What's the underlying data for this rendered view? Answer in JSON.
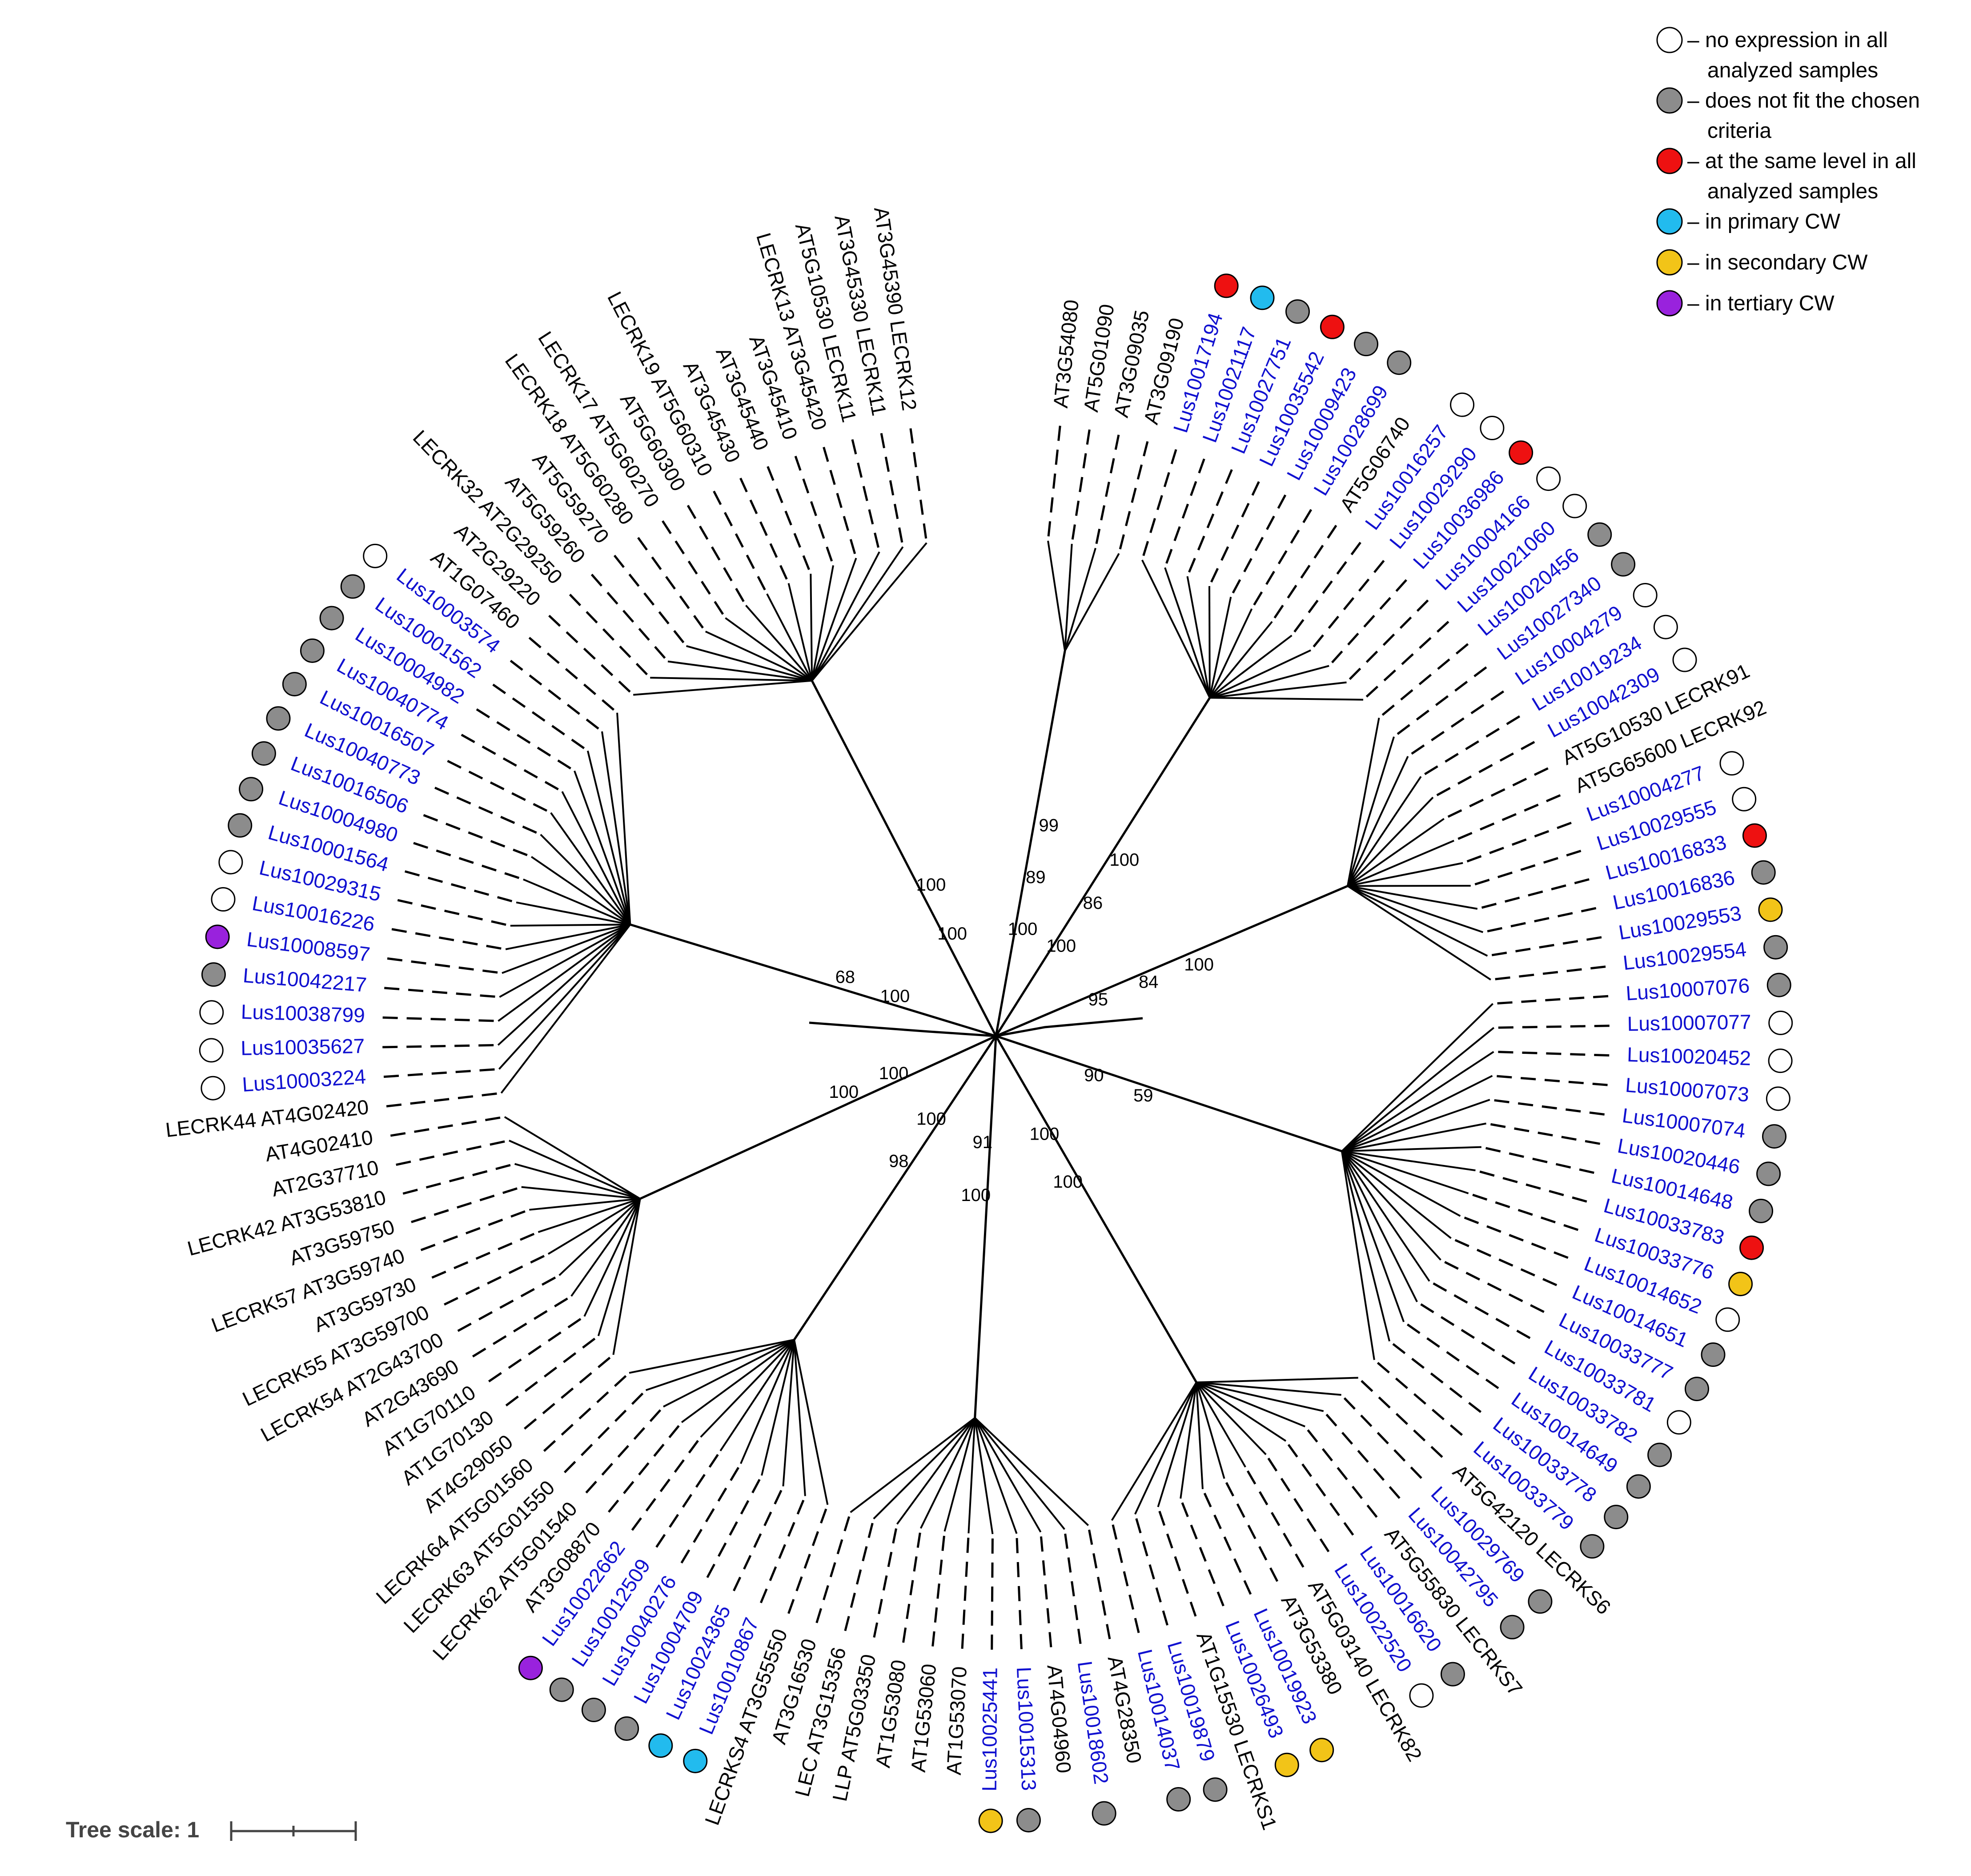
{
  "legend": {
    "items": [
      {
        "category": "none",
        "color": "#ffffff",
        "lines": [
          "– no expression in all",
          "analyzed samples"
        ]
      },
      {
        "category": "nofit",
        "color": "#8c8c8c",
        "lines": [
          "– does not fit the chosen",
          "criteria"
        ]
      },
      {
        "category": "same",
        "color": "#ee1111",
        "lines": [
          "– at the same level in all",
          "analyzed samples"
        ]
      },
      {
        "category": "primary",
        "color": "#22bbee",
        "lines": [
          "– in primary CW"
        ]
      },
      {
        "category": "secondary",
        "color": "#f2c418",
        "lines": [
          "– in secondary CW"
        ]
      },
      {
        "category": "tertiary",
        "color": "#9922dd",
        "lines": [
          "– in tertiary CW"
        ]
      }
    ]
  },
  "scale": {
    "label": "Tree scale: 1"
  },
  "bootstrap_values": [
    "100",
    "100",
    "95",
    "90",
    "100",
    "91",
    "100",
    "100",
    "100",
    "100",
    "89",
    "86",
    "84",
    "59",
    "100",
    "100",
    "98",
    "100",
    "68",
    "100",
    "99",
    "100",
    "100"
  ],
  "leaves": [
    {
      "label": "AT3G54080",
      "type": "at"
    },
    {
      "label": "AT5G01090",
      "type": "at"
    },
    {
      "label": "AT3G09035",
      "type": "at"
    },
    {
      "label": "AT3G09190",
      "type": "at"
    },
    {
      "label": "Lus10017194",
      "type": "lus",
      "dot": "same"
    },
    {
      "label": "Lus10021117",
      "type": "lus",
      "dot": "primary"
    },
    {
      "label": "Lus10027751",
      "type": "lus",
      "dot": "nofit"
    },
    {
      "label": "Lus10035542",
      "type": "lus",
      "dot": "same"
    },
    {
      "label": "Lus10009423",
      "type": "lus",
      "dot": "nofit"
    },
    {
      "label": "Lus10028699",
      "type": "lus",
      "dot": "nofit"
    },
    {
      "label": "AT5G06740",
      "type": "at"
    },
    {
      "label": "Lus10016257",
      "type": "lus",
      "dot": "none"
    },
    {
      "label": "Lus10029290",
      "type": "lus",
      "dot": "none"
    },
    {
      "label": "Lus10036986",
      "type": "lus",
      "dot": "same"
    },
    {
      "label": "Lus10004166",
      "type": "lus",
      "dot": "none"
    },
    {
      "label": "Lus10021060",
      "type": "lus",
      "dot": "none"
    },
    {
      "label": "Lus10020456",
      "type": "lus",
      "dot": "nofit"
    },
    {
      "label": "Lus10027340",
      "type": "lus",
      "dot": "nofit"
    },
    {
      "label": "Lus10004279",
      "type": "lus",
      "dot": "none"
    },
    {
      "label": "Lus10019234",
      "type": "lus",
      "dot": "none"
    },
    {
      "label": "Lus10042309",
      "type": "lus",
      "dot": "none"
    },
    {
      "label": "AT5G10530 LECRK91",
      "type": "at"
    },
    {
      "label": "AT5G65600 LECRK92",
      "type": "at"
    },
    {
      "label": "Lus10004277",
      "type": "lus",
      "dot": "none"
    },
    {
      "label": "Lus10029555",
      "type": "lus",
      "dot": "none"
    },
    {
      "label": "Lus10016833",
      "type": "lus",
      "dot": "same"
    },
    {
      "label": "Lus10016836",
      "type": "lus",
      "dot": "nofit"
    },
    {
      "label": "Lus10029553",
      "type": "lus",
      "dot": "secondary"
    },
    {
      "label": "Lus10029554",
      "type": "lus",
      "dot": "nofit"
    },
    {
      "label": "Lus10007076",
      "type": "lus",
      "dot": "nofit"
    },
    {
      "label": "Lus10007077",
      "type": "lus",
      "dot": "none"
    },
    {
      "label": "Lus10020452",
      "type": "lus",
      "dot": "none"
    },
    {
      "label": "Lus10007073",
      "type": "lus",
      "dot": "none"
    },
    {
      "label": "Lus10007074",
      "type": "lus",
      "dot": "nofit"
    },
    {
      "label": "Lus10020446",
      "type": "lus",
      "dot": "nofit"
    },
    {
      "label": "Lus10014648",
      "type": "lus",
      "dot": "nofit"
    },
    {
      "label": "Lus10033783",
      "type": "lus",
      "dot": "same"
    },
    {
      "label": "Lus10033776",
      "type": "lus",
      "dot": "secondary"
    },
    {
      "label": "Lus10014652",
      "type": "lus",
      "dot": "none"
    },
    {
      "label": "Lus10014651",
      "type": "lus",
      "dot": "nofit"
    },
    {
      "label": "Lus10033777",
      "type": "lus",
      "dot": "nofit"
    },
    {
      "label": "Lus10033781",
      "type": "lus",
      "dot": "none"
    },
    {
      "label": "Lus10033782",
      "type": "lus",
      "dot": "nofit"
    },
    {
      "label": "Lus10014649",
      "type": "lus",
      "dot": "nofit"
    },
    {
      "label": "Lus10033778",
      "type": "lus",
      "dot": "nofit"
    },
    {
      "label": "Lus10033779",
      "type": "lus",
      "dot": "nofit"
    },
    {
      "label": "AT5G42120 LECRKS6",
      "type": "at"
    },
    {
      "label": "Lus10029769",
      "type": "lus",
      "dot": "nofit"
    },
    {
      "label": "Lus10042795",
      "type": "lus",
      "dot": "nofit"
    },
    {
      "label": "AT5G55830 LECRKS7",
      "type": "at"
    },
    {
      "label": "Lus10016620",
      "type": "lus",
      "dot": "nofit"
    },
    {
      "label": "Lus10022520",
      "type": "lus",
      "dot": "none"
    },
    {
      "label": "AT5G03140 LECRK82",
      "type": "at"
    },
    {
      "label": "AT3G53380",
      "type": "at"
    },
    {
      "label": "Lus10019923",
      "type": "lus",
      "dot": "secondary"
    },
    {
      "label": "Lus10026493",
      "type": "lus",
      "dot": "secondary"
    },
    {
      "label": "AT1G15530 LECRKS1",
      "type": "at"
    },
    {
      "label": "Lus10019879",
      "type": "lus",
      "dot": "nofit"
    },
    {
      "label": "Lus10014037",
      "type": "lus",
      "dot": "nofit"
    },
    {
      "label": "AT4G28350",
      "type": "at"
    },
    {
      "label": "Lus10018602",
      "type": "lus",
      "dot": "nofit"
    },
    {
      "label": "AT4G04960",
      "type": "at"
    },
    {
      "label": "Lus10015313",
      "type": "lus",
      "dot": "nofit"
    },
    {
      "label": "Lus10025441",
      "type": "lus",
      "dot": "secondary"
    },
    {
      "label": "AT1G53070",
      "type": "at"
    },
    {
      "label": "AT1G53060",
      "type": "at"
    },
    {
      "label": "AT1G53080",
      "type": "at"
    },
    {
      "label": "LLP AT5G03350",
      "type": "at"
    },
    {
      "label": "LEC AT3G15356",
      "type": "at"
    },
    {
      "label": "AT3G16530",
      "type": "at"
    },
    {
      "label": "LECRKS4 AT3G55550",
      "type": "at"
    },
    {
      "label": "Lus10010867",
      "type": "lus",
      "dot": "primary"
    },
    {
      "label": "Lus10024365",
      "type": "lus",
      "dot": "primary"
    },
    {
      "label": "Lus10004709",
      "type": "lus",
      "dot": "nofit"
    },
    {
      "label": "Lus10040276",
      "type": "lus",
      "dot": "nofit"
    },
    {
      "label": "Lus10012509",
      "type": "lus",
      "dot": "nofit"
    },
    {
      "label": "Lus10022662",
      "type": "lus",
      "dot": "tertiary"
    },
    {
      "label": "AT3G08870",
      "type": "at"
    },
    {
      "label": "LECRK62 AT5G01540",
      "type": "at"
    },
    {
      "label": "LECRK63 AT5G01550",
      "type": "at"
    },
    {
      "label": "LECRK64 AT5G01560",
      "type": "at"
    },
    {
      "label": "AT4G29050",
      "type": "at"
    },
    {
      "label": "AT1G70130",
      "type": "at"
    },
    {
      "label": "AT1G70110",
      "type": "at"
    },
    {
      "label": "AT2G43690",
      "type": "at"
    },
    {
      "label": "LECRK54 AT2G43700",
      "type": "at"
    },
    {
      "label": "LECRK55 AT3G59700",
      "type": "at"
    },
    {
      "label": "AT3G59730",
      "type": "at"
    },
    {
      "label": "LECRK57 AT3G59740",
      "type": "at"
    },
    {
      "label": "AT3G59750",
      "type": "at"
    },
    {
      "label": "LECRK42 AT3G53810",
      "type": "at"
    },
    {
      "label": "AT2G37710",
      "type": "at"
    },
    {
      "label": "AT4G02410",
      "type": "at"
    },
    {
      "label": "LECRK44 AT4G02420",
      "type": "at"
    },
    {
      "label": "Lus10003224",
      "type": "lus",
      "dot": "none"
    },
    {
      "label": "Lus10035627",
      "type": "lus",
      "dot": "none"
    },
    {
      "label": "Lus10038799",
      "type": "lus",
      "dot": "none"
    },
    {
      "label": "Lus10042217",
      "type": "lus",
      "dot": "nofit"
    },
    {
      "label": "Lus10008597",
      "type": "lus",
      "dot": "tertiary"
    },
    {
      "label": "Lus10016226",
      "type": "lus",
      "dot": "none"
    },
    {
      "label": "Lus10029315",
      "type": "lus",
      "dot": "none"
    },
    {
      "label": "Lus10001564",
      "type": "lus",
      "dot": "nofit"
    },
    {
      "label": "Lus10004980",
      "type": "lus",
      "dot": "nofit"
    },
    {
      "label": "Lus10016506",
      "type": "lus",
      "dot": "nofit"
    },
    {
      "label": "Lus10040773",
      "type": "lus",
      "dot": "nofit"
    },
    {
      "label": "Lus10016507",
      "type": "lus",
      "dot": "nofit"
    },
    {
      "label": "Lus10040774",
      "type": "lus",
      "dot": "nofit"
    },
    {
      "label": "Lus10004982",
      "type": "lus",
      "dot": "nofit"
    },
    {
      "label": "Lus10001562",
      "type": "lus",
      "dot": "nofit"
    },
    {
      "label": "Lus10003574",
      "type": "lus",
      "dot": "none"
    },
    {
      "label": "AT1G07460",
      "type": "at"
    },
    {
      "label": "AT2G29220",
      "type": "at"
    },
    {
      "label": "LECRK32 AT2G29250",
      "type": "at"
    },
    {
      "label": "AT5G59260",
      "type": "at"
    },
    {
      "label": "AT5G59270",
      "type": "at"
    },
    {
      "label": "LECRK18 AT5G60280",
      "type": "at"
    },
    {
      "label": "LECRK17 AT5G60270",
      "type": "at"
    },
    {
      "label": "AT5G60300",
      "type": "at"
    },
    {
      "label": "LECRK19 AT5G60310",
      "type": "at"
    },
    {
      "label": "AT3G45430",
      "type": "at"
    },
    {
      "label": "AT3G45440",
      "type": "at"
    },
    {
      "label": "AT3G45410",
      "type": "at"
    },
    {
      "label": "LECRK13 AT3G45420",
      "type": "at"
    },
    {
      "label": "AT5G10530 LECRK11",
      "type": "at"
    },
    {
      "label": "AT3G45330 LECRK11",
      "type": "at"
    },
    {
      "label": "AT3G45390 LECRK12",
      "type": "at"
    }
  ]
}
